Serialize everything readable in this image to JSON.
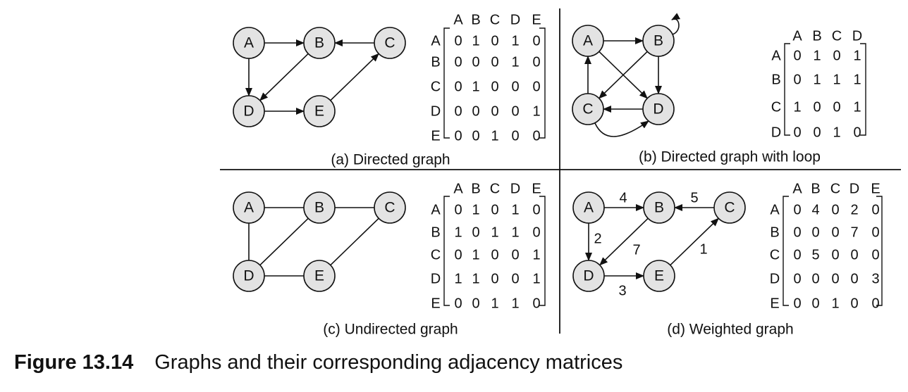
{
  "figure": {
    "label": "Figure 13.14",
    "title": "Graphs and their corresponding adjacency matrices"
  },
  "panels": [
    {
      "id": "a",
      "caption": "(a) Directed graph",
      "nodes": [
        "A",
        "B",
        "C",
        "D",
        "E"
      ],
      "directed": true,
      "edges": [
        {
          "from": "A",
          "to": "B"
        },
        {
          "from": "A",
          "to": "D"
        },
        {
          "from": "B",
          "to": "D"
        },
        {
          "from": "C",
          "to": "B"
        },
        {
          "from": "D",
          "to": "E"
        },
        {
          "from": "E",
          "to": "C"
        }
      ],
      "matrix": {
        "columns": [
          "A",
          "B",
          "C",
          "D",
          "E"
        ],
        "rows": [
          "A",
          "B",
          "C",
          "D",
          "E"
        ],
        "values": [
          [
            "0",
            "1",
            "0",
            "1",
            "0"
          ],
          [
            "0",
            "0",
            "0",
            "1",
            "0"
          ],
          [
            "0",
            "1",
            "0",
            "0",
            "0"
          ],
          [
            "0",
            "0",
            "0",
            "0",
            "1"
          ],
          [
            "0",
            "0",
            "1",
            "0",
            "0"
          ]
        ]
      }
    },
    {
      "id": "b",
      "caption": "(b) Directed graph with loop",
      "nodes": [
        "A",
        "B",
        "C",
        "D"
      ],
      "directed": true,
      "edges": [
        {
          "from": "A",
          "to": "B"
        },
        {
          "from": "A",
          "to": "D"
        },
        {
          "from": "B",
          "to": "B",
          "loop": true
        },
        {
          "from": "B",
          "to": "C"
        },
        {
          "from": "B",
          "to": "D"
        },
        {
          "from": "C",
          "to": "A"
        },
        {
          "from": "C",
          "to": "D",
          "curved": true
        },
        {
          "from": "D",
          "to": "C"
        }
      ],
      "matrix": {
        "columns": [
          "A",
          "B",
          "C",
          "D"
        ],
        "rows": [
          "A",
          "B",
          "C",
          "D"
        ],
        "values": [
          [
            "0",
            "1",
            "0",
            "1"
          ],
          [
            "0",
            "1",
            "1",
            "1"
          ],
          [
            "1",
            "0",
            "0",
            "1"
          ],
          [
            "0",
            "0",
            "1",
            "0"
          ]
        ]
      }
    },
    {
      "id": "c",
      "caption": "(c) Undirected graph",
      "nodes": [
        "A",
        "B",
        "C",
        "D",
        "E"
      ],
      "directed": false,
      "edges": [
        {
          "from": "A",
          "to": "B"
        },
        {
          "from": "B",
          "to": "C"
        },
        {
          "from": "A",
          "to": "D"
        },
        {
          "from": "B",
          "to": "D"
        },
        {
          "from": "D",
          "to": "E"
        },
        {
          "from": "C",
          "to": "E"
        }
      ],
      "matrix": {
        "columns": [
          "A",
          "B",
          "C",
          "D",
          "E"
        ],
        "rows": [
          "A",
          "B",
          "C",
          "D",
          "E"
        ],
        "values": [
          [
            "0",
            "1",
            "0",
            "1",
            "0"
          ],
          [
            "1",
            "0",
            "1",
            "1",
            "0"
          ],
          [
            "0",
            "1",
            "0",
            "0",
            "1"
          ],
          [
            "1",
            "1",
            "0",
            "0",
            "1"
          ],
          [
            "0",
            "0",
            "1",
            "1",
            "0"
          ]
        ]
      }
    },
    {
      "id": "d",
      "caption": "(d) Weighted graph",
      "nodes": [
        "A",
        "B",
        "C",
        "D",
        "E"
      ],
      "directed": true,
      "edges": [
        {
          "from": "A",
          "to": "B",
          "weight": "4"
        },
        {
          "from": "C",
          "to": "B",
          "weight": "5"
        },
        {
          "from": "A",
          "to": "D",
          "weight": "2"
        },
        {
          "from": "B",
          "to": "D",
          "weight": "7"
        },
        {
          "from": "E",
          "to": "C",
          "weight": "1"
        },
        {
          "from": "D",
          "to": "E",
          "weight": "3"
        }
      ],
      "matrix": {
        "columns": [
          "A",
          "B",
          "C",
          "D",
          "E"
        ],
        "rows": [
          "A",
          "B",
          "C",
          "D",
          "E"
        ],
        "values": [
          [
            "0",
            "4",
            "0",
            "2",
            "0"
          ],
          [
            "0",
            "0",
            "0",
            "7",
            "0"
          ],
          [
            "0",
            "5",
            "0",
            "0",
            "0"
          ],
          [
            "0",
            "0",
            "0",
            "0",
            "3"
          ],
          [
            "0",
            "0",
            "1",
            "0",
            "0"
          ]
        ]
      }
    }
  ]
}
